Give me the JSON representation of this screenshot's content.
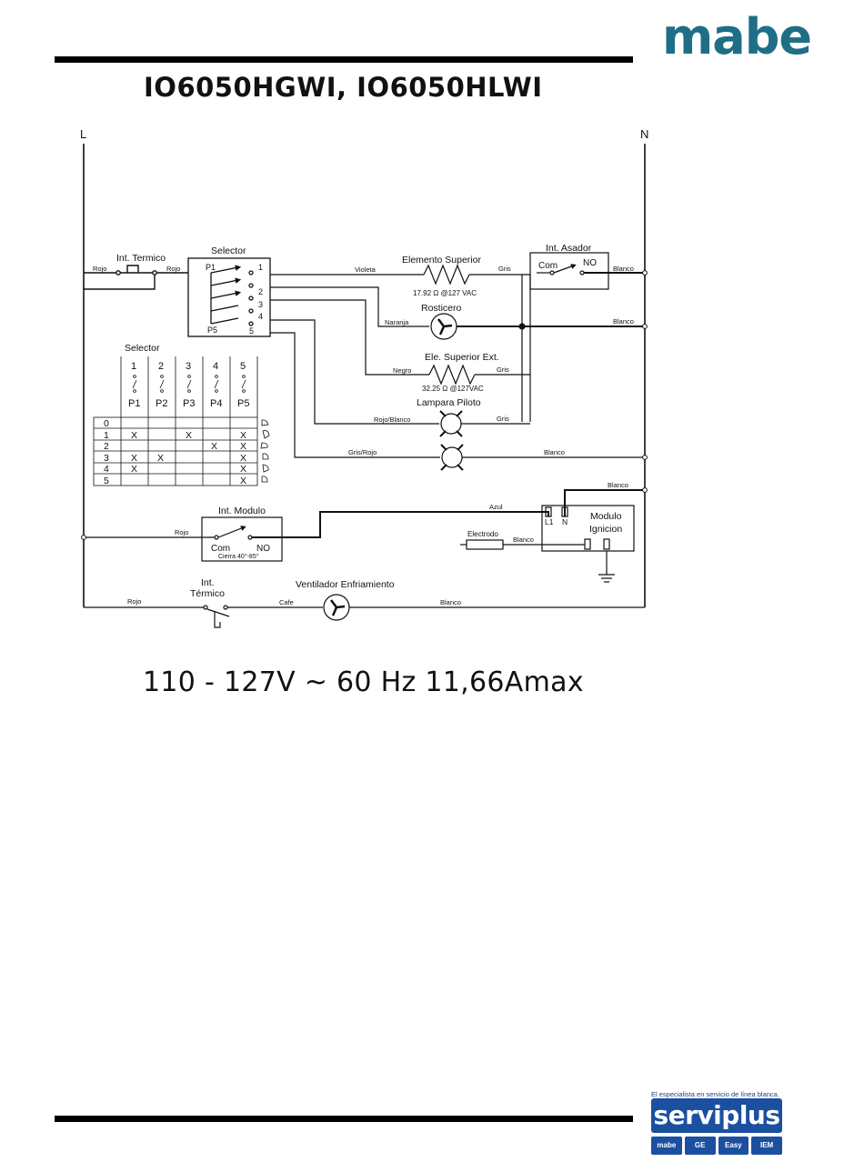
{
  "brand": {
    "name": "mabe"
  },
  "header": {
    "model_title": "IO6050HGWI, IO6050HLWI"
  },
  "diagram": {
    "lines": {
      "L": "L",
      "N": "N"
    },
    "thermal_switch_top": "Int. Termico",
    "selector_label": "Selector",
    "selector_ports": [
      "P1",
      "P5",
      "1",
      "2",
      "3",
      "4",
      "5"
    ],
    "elemento_superior": {
      "label": "Elemento Superior",
      "value": "17.92 Ω @127 VAC"
    },
    "int_asador": {
      "label": "Int. Asador",
      "com": "Com",
      "no": "NO"
    },
    "rosticero": "Rosticero",
    "ele_superior_ext": {
      "label": "Ele. Superior Ext.",
      "value": "32.25 Ω @127VAC"
    },
    "lampara_piloto": "Lampara Piloto",
    "wires": {
      "rojo": "Rojo",
      "violeta": "Violeta",
      "gris": "Gris",
      "blanco": "Blanco",
      "naranja": "Naranja",
      "negro": "Negro",
      "rojo_blanco": "Rojo/Blanco",
      "gris_rojo": "Gris/Rojo",
      "azul": "Azul",
      "cafe": "Cafe"
    },
    "selector_table": {
      "title": "Selector",
      "positions": [
        "1",
        "2",
        "3",
        "4",
        "5"
      ],
      "ports": [
        "P1",
        "P2",
        "P3",
        "P4",
        "P5"
      ],
      "rows": [
        {
          "pos": "0",
          "cells": [
            "",
            "",
            "",
            "",
            ""
          ]
        },
        {
          "pos": "1",
          "cells": [
            "X",
            "",
            "X",
            "",
            "X"
          ]
        },
        {
          "pos": "2",
          "cells": [
            "",
            "",
            "",
            "X",
            "X"
          ]
        },
        {
          "pos": "3",
          "cells": [
            "X",
            "X",
            "",
            "",
            "X"
          ]
        },
        {
          "pos": "4",
          "cells": [
            "X",
            "",
            "",
            "",
            "X"
          ]
        },
        {
          "pos": "5",
          "cells": [
            "",
            "",
            "",
            "",
            "X"
          ]
        }
      ]
    },
    "int_modulo": {
      "label": "Int. Modulo",
      "com": "Com",
      "no": "NO",
      "note": "Cierra 40°-85°"
    },
    "modulo_ignicion": {
      "label1": "Modulo",
      "label2": "Ignicion",
      "l1": "L1",
      "n": "N"
    },
    "electrodo": "Electrodo",
    "thermal_switch_bottom": {
      "line1": "Int.",
      "line2": "Térmico"
    },
    "ventilador": "Ventilador Enfriamiento"
  },
  "footer": {
    "rating": "110 - 127V ~ 60 Hz 11,66Amax",
    "serviplus_tagline": "El especialista en servicio de línea blanca.",
    "serviplus_name": "serviplus",
    "partner_logos": [
      "mabe",
      "GE",
      "Easy",
      "IEM"
    ]
  }
}
